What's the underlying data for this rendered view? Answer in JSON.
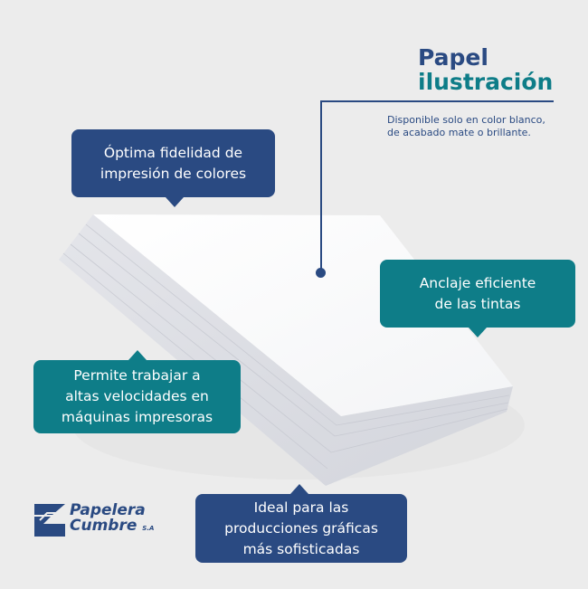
{
  "header": {
    "title_line1": "Papel",
    "title_line2": "ilustración",
    "description_line1": "Disponible solo en color blanco,",
    "description_line2": "de acabado mate o brillante."
  },
  "callouts": [
    {
      "lines": [
        "Óptima fidelidad de",
        "impresión de colores"
      ]
    },
    {
      "lines": [
        "Anclaje eficiente",
        "de las tintas"
      ]
    },
    {
      "lines": [
        "Permite trabajar a",
        "altas velocidades en",
        "máquinas impresoras"
      ]
    },
    {
      "lines": [
        "Ideal para las",
        "producciones gráficas",
        "más sofisticadas"
      ]
    }
  ],
  "logo": {
    "line1": "Papelera",
    "line2": "Cumbre",
    "suffix": "S.A"
  },
  "colors": {
    "navy": "#2a4a82",
    "teal": "#0e7d88",
    "background": "#ececec"
  }
}
